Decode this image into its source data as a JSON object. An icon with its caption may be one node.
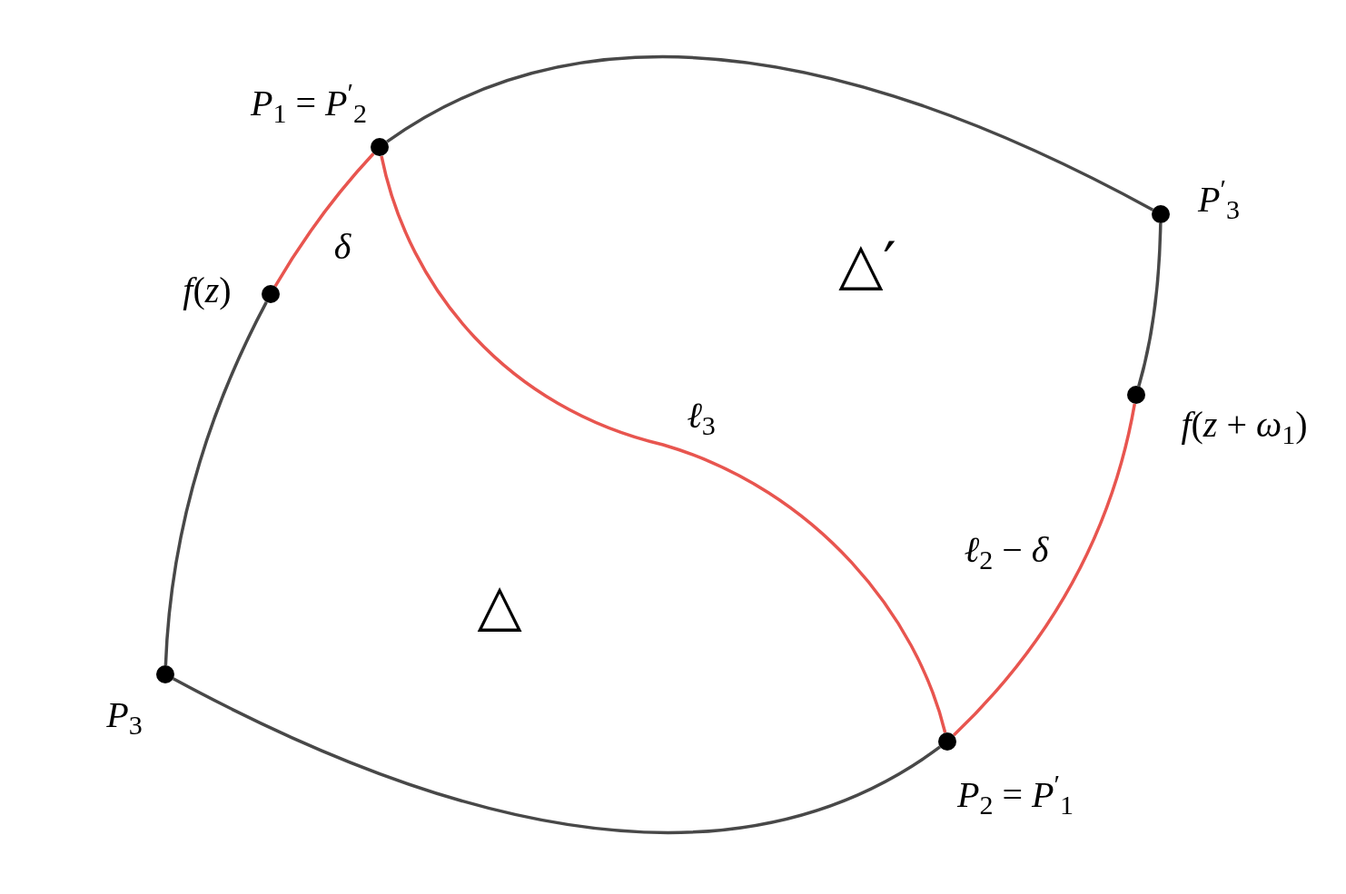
{
  "diagram": {
    "nodes": [
      {
        "text": [],
        "shape": "circle",
        "beside": [
          "*P*$_{1}$ = *P*$^{′}$$_{2}$"
        ]
      },
      {
        "text": [],
        "shape": "circle",
        "beside": [
          "*P*$^{′}$$_{3}$"
        ]
      },
      {
        "text": [],
        "shape": "circle",
        "beside": [
          "*f*(*z* + *ω*$_{1}$)"
        ]
      },
      {
        "text": [],
        "shape": "circle",
        "beside": [
          "*P*$_{2}$ = *P*$^{′}$$_{1}$"
        ]
      },
      {
        "text": [],
        "shape": "circle",
        "beside": [
          "*P*$_{3}$"
        ]
      },
      {
        "text": [],
        "shape": "circle",
        "beside": [
          "*f*(*z*)"
        ]
      }
    ],
    "edges": [
      {
        "from": 0,
        "to": 1,
        "arrow": "none"
      },
      {
        "from": 1,
        "to": 2,
        "arrow": "none"
      },
      {
        "from": 2,
        "to": 3,
        "arrow": "none",
        "label": "*ℓ*$_{2}$ − *δ*",
        "color": "#e8554f"
      },
      {
        "from": 3,
        "to": 4,
        "arrow": "none"
      },
      {
        "from": 4,
        "to": 5,
        "arrow": "none"
      },
      {
        "from": 5,
        "to": 0,
        "arrow": "none",
        "label": "*δ*",
        "color": "#e8554f"
      },
      {
        "from": 0,
        "to": 3,
        "arrow": "none",
        "label": "*ℓ*$_{3}$",
        "color": "#e8554f"
      }
    ],
    "labels": [
      "△′",
      "△"
    ]
  }
}
